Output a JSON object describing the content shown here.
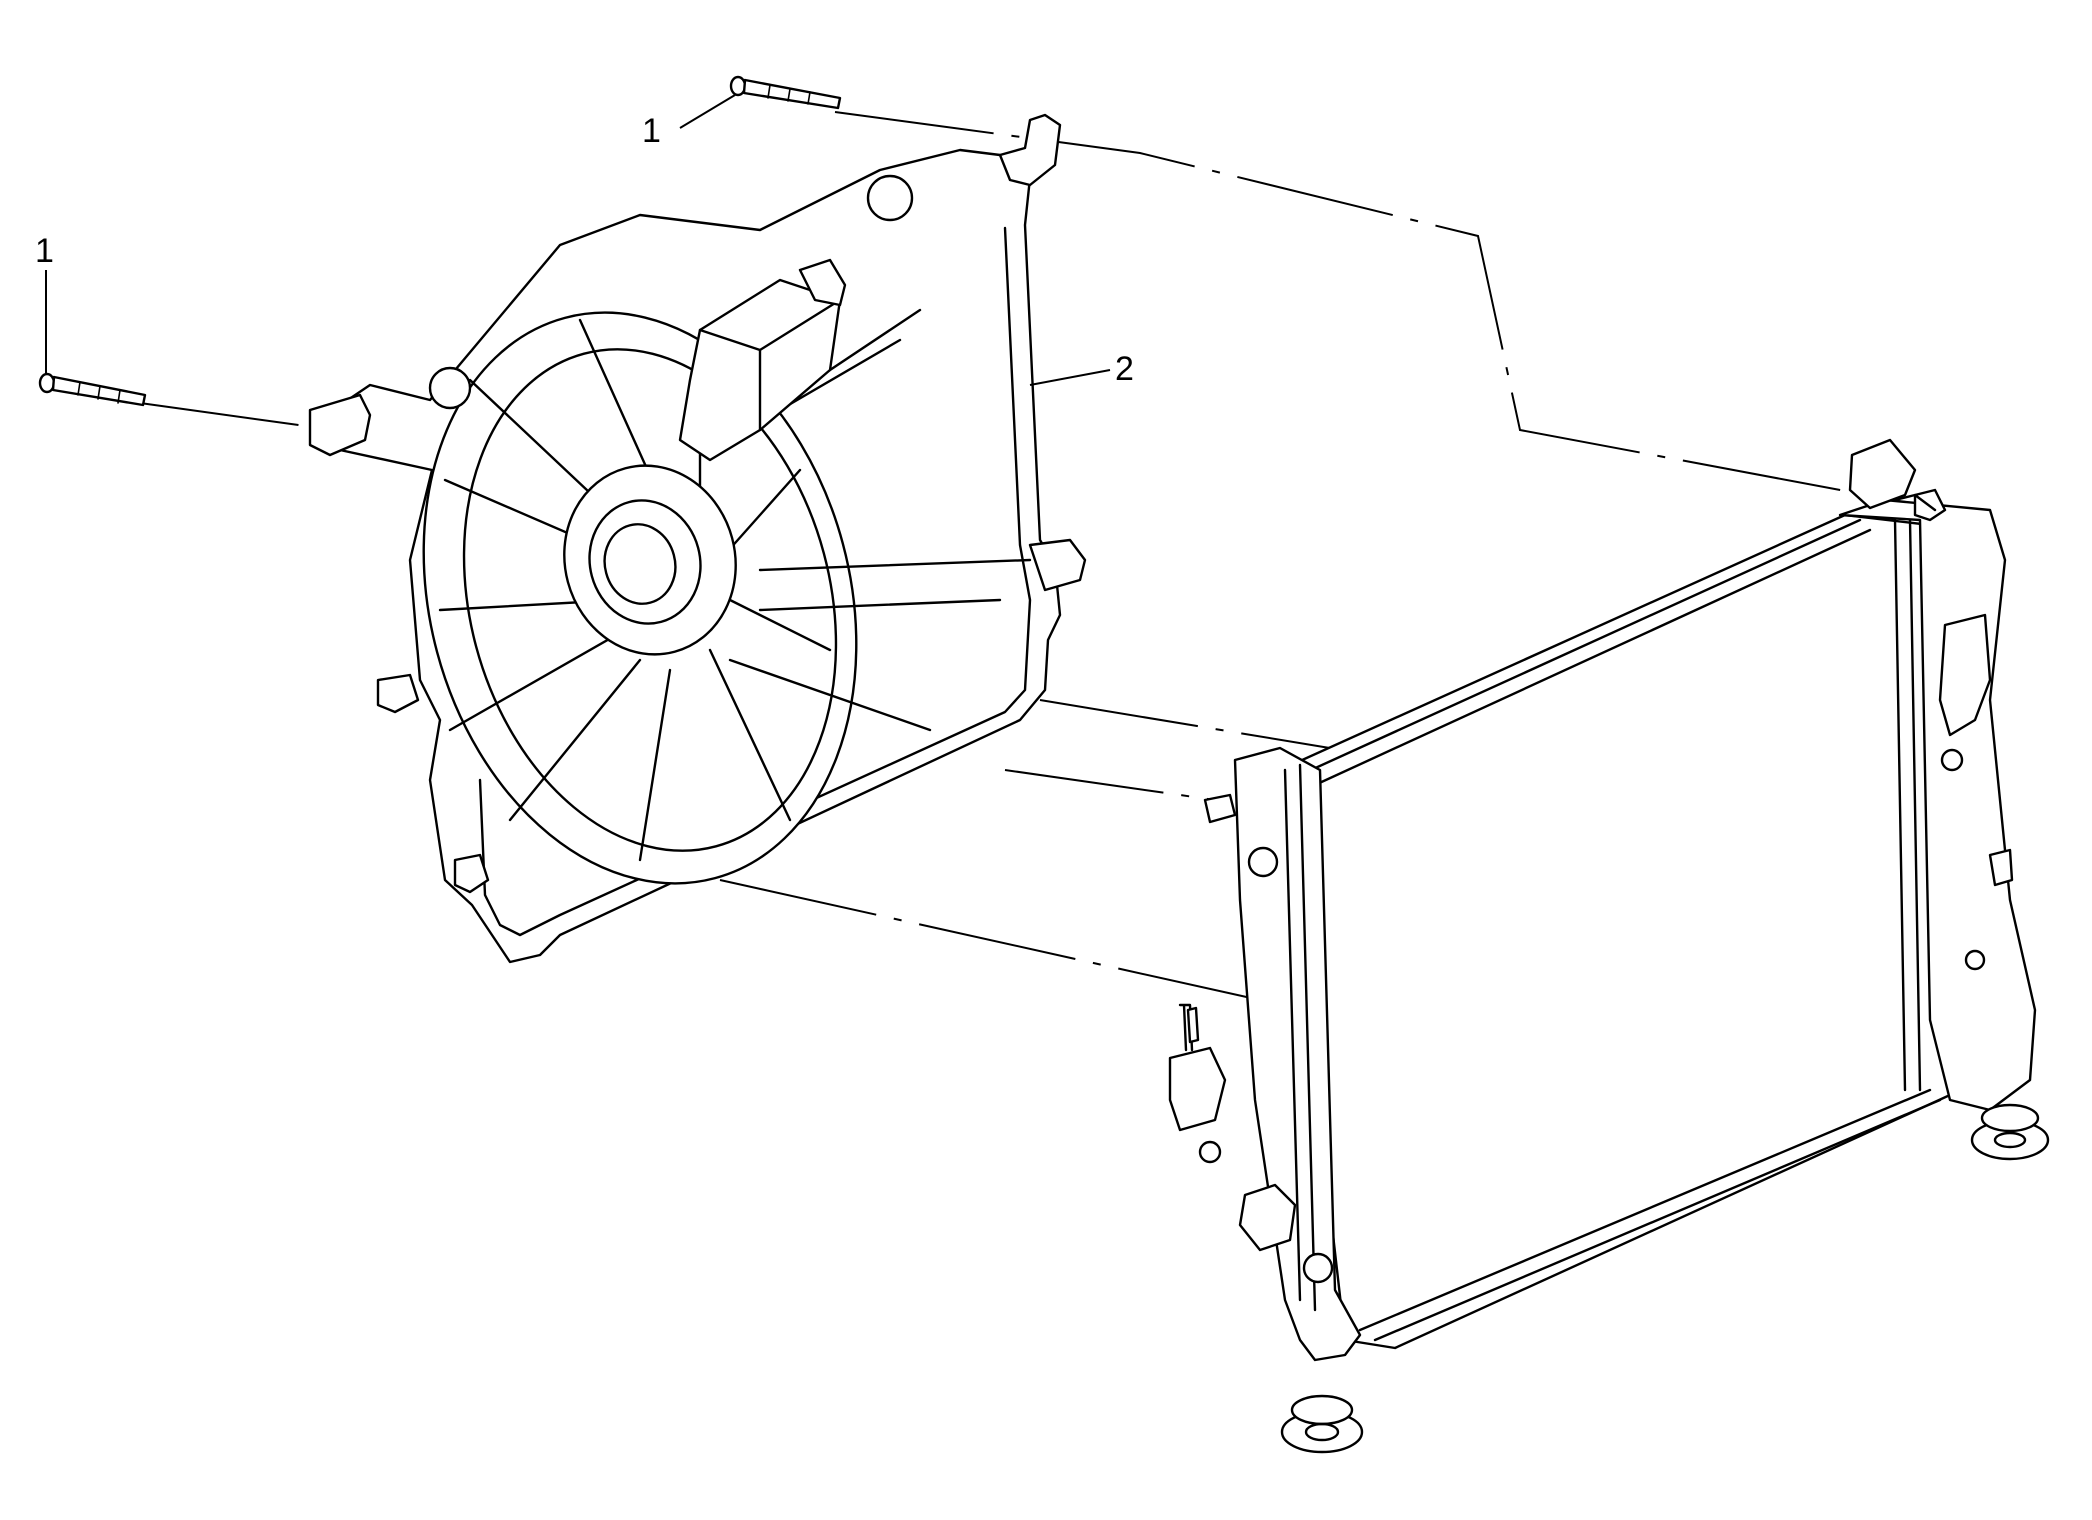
{
  "callouts": [
    {
      "id": "bolt-top",
      "label": "1"
    },
    {
      "id": "bolt-left",
      "label": "1"
    },
    {
      "id": "fan-shroud",
      "label": "2"
    }
  ],
  "parts": [
    "bolt",
    "bolt",
    "fan-shroud-assembly",
    "radiator"
  ]
}
